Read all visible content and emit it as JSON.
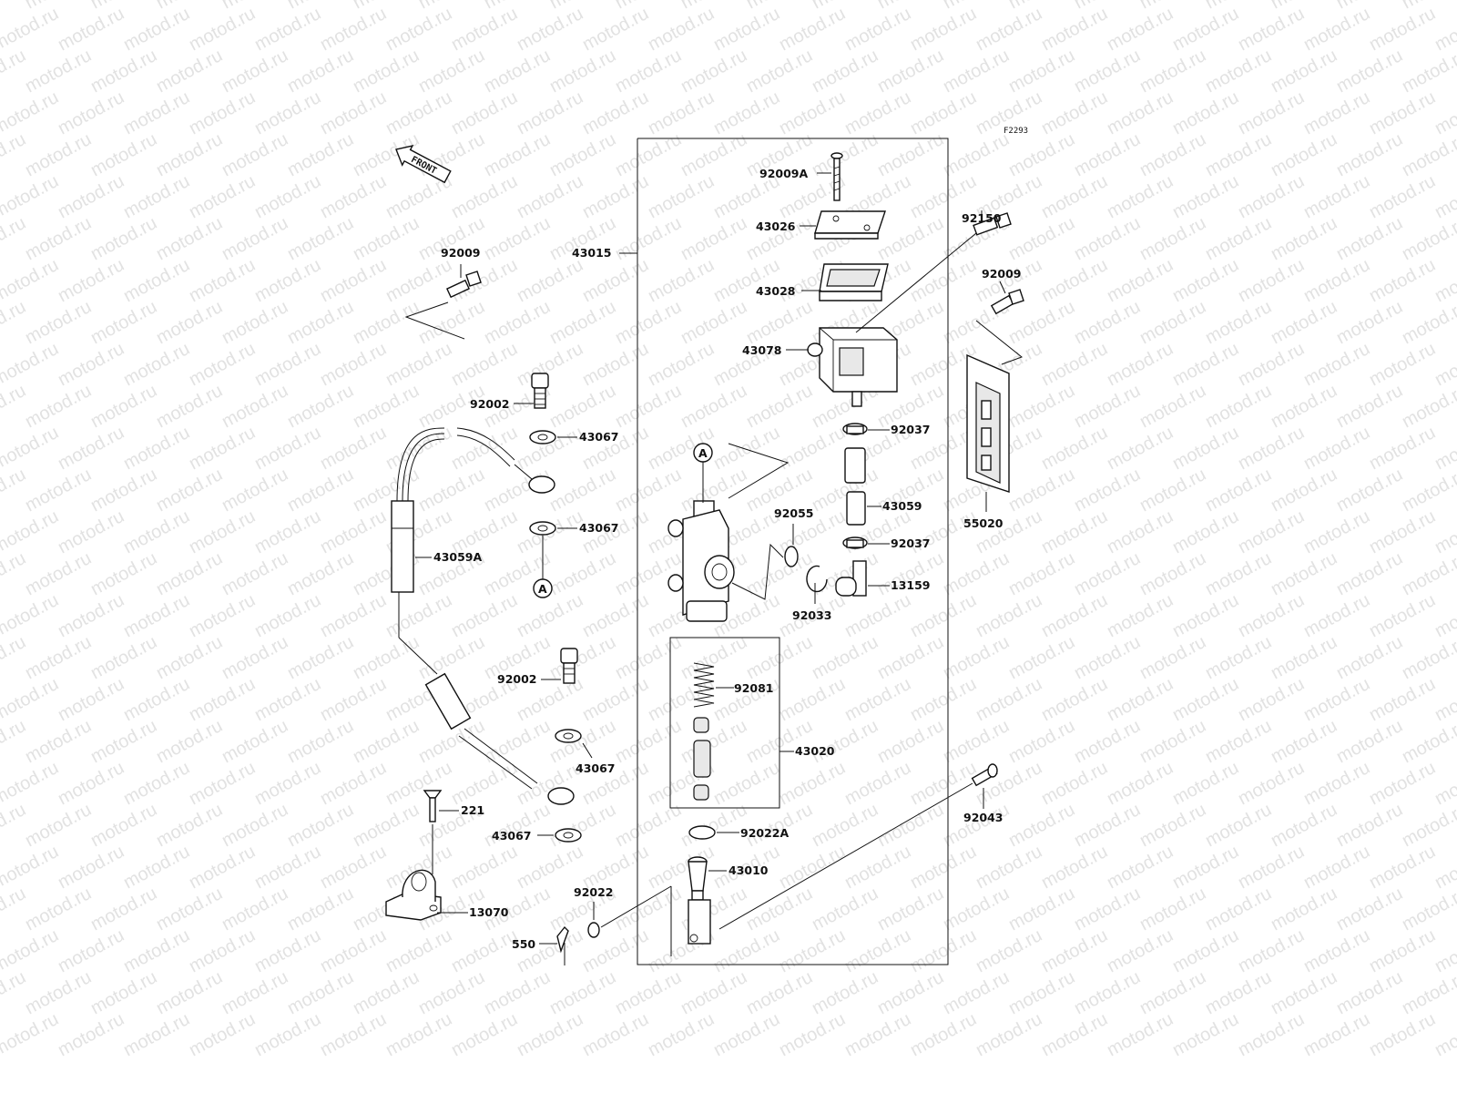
{
  "watermark": "motod.ru",
  "figure_code": "F2293",
  "front_label": "FRONT",
  "ref_marker": "A",
  "labels": {
    "p92009A": "92009A",
    "p43026": "43026",
    "p43028": "43028",
    "p43078": "43078",
    "p43015": "43015",
    "p92150": "92150",
    "p92009_right": "92009",
    "p92009_left": "92009",
    "p92037_top": "92037",
    "p43059": "43059",
    "p92037_bottom": "92037",
    "p13159": "13159",
    "p92055": "92055",
    "p92033": "92033",
    "p55020": "55020",
    "p92002_top": "92002",
    "p43067_1": "43067",
    "p43067_2": "43067",
    "p43059A": "43059A",
    "p92002_bottom": "92002",
    "p43067_3": "43067",
    "p43067_4": "43067",
    "p221": "221",
    "p13070": "13070",
    "p92081": "92081",
    "p43020": "43020",
    "p92022A": "92022A",
    "p43010": "43010",
    "p92022": "92022",
    "p550": "550",
    "p92043": "92043"
  }
}
